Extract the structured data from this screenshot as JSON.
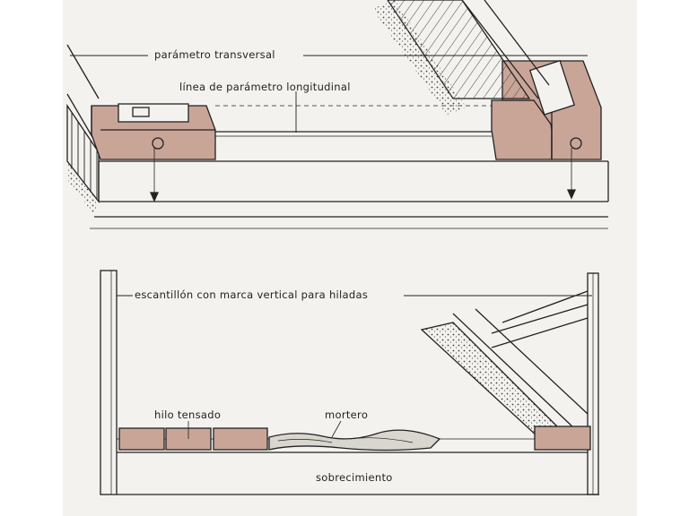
{
  "top_figure": {
    "label_transverse": "parámetro transversal",
    "label_longitudinal": "línea de parámetro longitudinal"
  },
  "bottom_figure": {
    "label_gauge": "escantillón con marca vertical para hiladas",
    "label_string": "hilo tensado",
    "label_mortar": "mortero",
    "label_footing": "sobrecimiento"
  },
  "colors": {
    "paper": "#f3f2ef",
    "brick": "#c9a598",
    "line": "#222222"
  }
}
